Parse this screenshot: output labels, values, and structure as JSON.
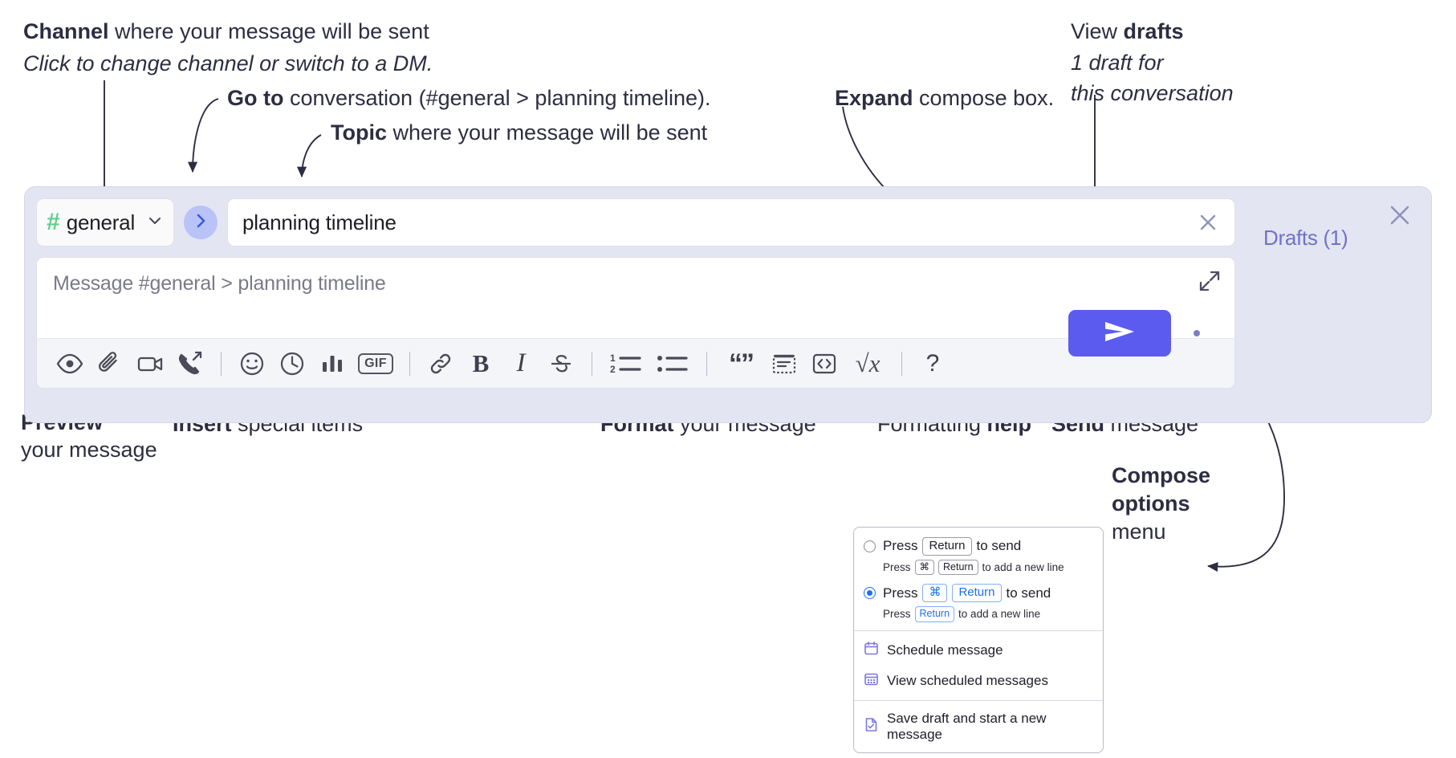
{
  "annotations": {
    "channel": {
      "bold": "Channel",
      "rest": " where your message will be sent",
      "italic": "Click to change channel or switch to a DM."
    },
    "goto": {
      "bold": "Go to",
      "rest": " conversation (#general > planning timeline)."
    },
    "topic": {
      "bold": "Topic",
      "rest": " where your message will be sent"
    },
    "expand": {
      "bold": "Expand",
      "rest": " compose box."
    },
    "drafts": {
      "bold_lead": "View ",
      "bold": "drafts",
      "italic_l1": "1 draft for",
      "italic_l2": "this conversation"
    },
    "preview": {
      "bold": "Preview",
      "rest": "your message"
    },
    "insert": {
      "bold": "Insert",
      "rest": " special items"
    },
    "format": {
      "bold": "Format",
      "rest": " your message"
    },
    "help": {
      "lead": "Formatting ",
      "bold": "help"
    },
    "send": {
      "bold": "Send",
      "rest": " message"
    },
    "options": {
      "bold_l1": "Compose",
      "bold_l2": "options",
      "rest": "menu"
    }
  },
  "compose": {
    "channel": {
      "name": "general",
      "hash_icon": "hash-icon",
      "chevron_icon": "chevron-down-icon"
    },
    "goto_icon": "chevron-right-icon",
    "topic": {
      "value": "planning timeline",
      "clear_icon": "close-icon"
    },
    "message": {
      "placeholder": "Message #general > planning timeline",
      "value": "",
      "expand_icon": "expand-icon"
    },
    "drafts_label": "Drafts (1)",
    "panel_close_icon": "close-icon",
    "send": {
      "icon": "paper-plane-icon",
      "label": ""
    },
    "options_icon": "kebab-menu-icon",
    "toolbar": [
      {
        "name": "preview-button",
        "icon": "eye-icon",
        "group": "preview"
      },
      {
        "name": "attach-file-button",
        "icon": "paperclip-icon",
        "group": "insert"
      },
      {
        "name": "video-clip-button",
        "icon": "video-camera-icon",
        "group": "insert"
      },
      {
        "name": "audio-clip-button",
        "icon": "phone-arrow-icon",
        "group": "insert"
      },
      {
        "name": "divider-1",
        "icon": "divider",
        "group": "sep"
      },
      {
        "name": "emoji-button",
        "icon": "smiley-icon",
        "group": "insert"
      },
      {
        "name": "schedule-button",
        "icon": "clock-icon",
        "group": "insert"
      },
      {
        "name": "poll-button",
        "icon": "bar-chart-icon",
        "group": "insert"
      },
      {
        "name": "gif-button",
        "icon": "gif-icon",
        "group": "insert"
      },
      {
        "name": "divider-2",
        "icon": "divider",
        "group": "sep"
      },
      {
        "name": "link-button",
        "icon": "link-icon",
        "group": "format"
      },
      {
        "name": "bold-button",
        "icon": "bold-icon",
        "group": "format"
      },
      {
        "name": "italic-button",
        "icon": "italic-icon",
        "group": "format"
      },
      {
        "name": "strikethrough-button",
        "icon": "strikethrough-icon",
        "group": "format"
      },
      {
        "name": "divider-3",
        "icon": "divider",
        "group": "sep"
      },
      {
        "name": "ordered-list-button",
        "icon": "ordered-list-icon",
        "group": "format"
      },
      {
        "name": "bulleted-list-button",
        "icon": "bulleted-list-icon",
        "group": "format"
      },
      {
        "name": "divider-4",
        "icon": "divider",
        "group": "sep"
      },
      {
        "name": "blockquote-button",
        "icon": "quote-icon",
        "group": "format"
      },
      {
        "name": "code-block-button",
        "icon": "code-block-icon",
        "group": "format"
      },
      {
        "name": "inline-code-button",
        "icon": "code-icon",
        "group": "format"
      },
      {
        "name": "math-button",
        "icon": "sqrt-x-icon",
        "group": "format"
      },
      {
        "name": "divider-5",
        "icon": "divider",
        "group": "sep"
      },
      {
        "name": "formatting-help-button",
        "icon": "question-mark-icon",
        "group": "help"
      }
    ],
    "toolbar_glyphs": {
      "gif": "GIF",
      "bold": "B",
      "italic": "I",
      "strike": "S",
      "quote": "“”",
      "sqrt": "√x",
      "question": "?",
      "ol_1": "1",
      "ol_2": "2"
    }
  },
  "options_menu": {
    "radio_1": {
      "selected": false,
      "main": [
        {
          "t": "Press",
          "k": false
        },
        {
          "t": "Return",
          "k": true
        },
        {
          "t": "to send",
          "k": false
        }
      ],
      "sub": [
        {
          "t": "Press",
          "k": false
        },
        {
          "t": "⌘",
          "k": true
        },
        {
          "t": "Return",
          "k": true
        },
        {
          "t": "to add a new line",
          "k": false
        }
      ]
    },
    "radio_2": {
      "selected": true,
      "main": [
        {
          "t": "Press",
          "k": false
        },
        {
          "t": "⌘",
          "k": true
        },
        {
          "t": "Return",
          "k": true
        },
        {
          "t": "to send",
          "k": false
        }
      ],
      "sub": [
        {
          "t": "Press",
          "k": false
        },
        {
          "t": "Return",
          "k": true
        },
        {
          "t": "to add a new line",
          "k": false
        }
      ]
    },
    "items": [
      {
        "label": "Schedule message",
        "icon": "calendar-icon"
      },
      {
        "label": "View scheduled messages",
        "icon": "calendar-grid-icon"
      },
      {
        "label": "Save draft and start a new message",
        "icon": "document-check-icon"
      }
    ]
  },
  "colors": {
    "panel_bg": "#e3e5f3",
    "accent_purple": "#5b5bf0",
    "drafts_text": "#6f73c6",
    "channel_hash_green": "#5fcf8e",
    "goto_button_bg": "#b9c3f7",
    "radio_blue": "#1d6ff2",
    "menu_icon_purple": "#7b78e0"
  }
}
